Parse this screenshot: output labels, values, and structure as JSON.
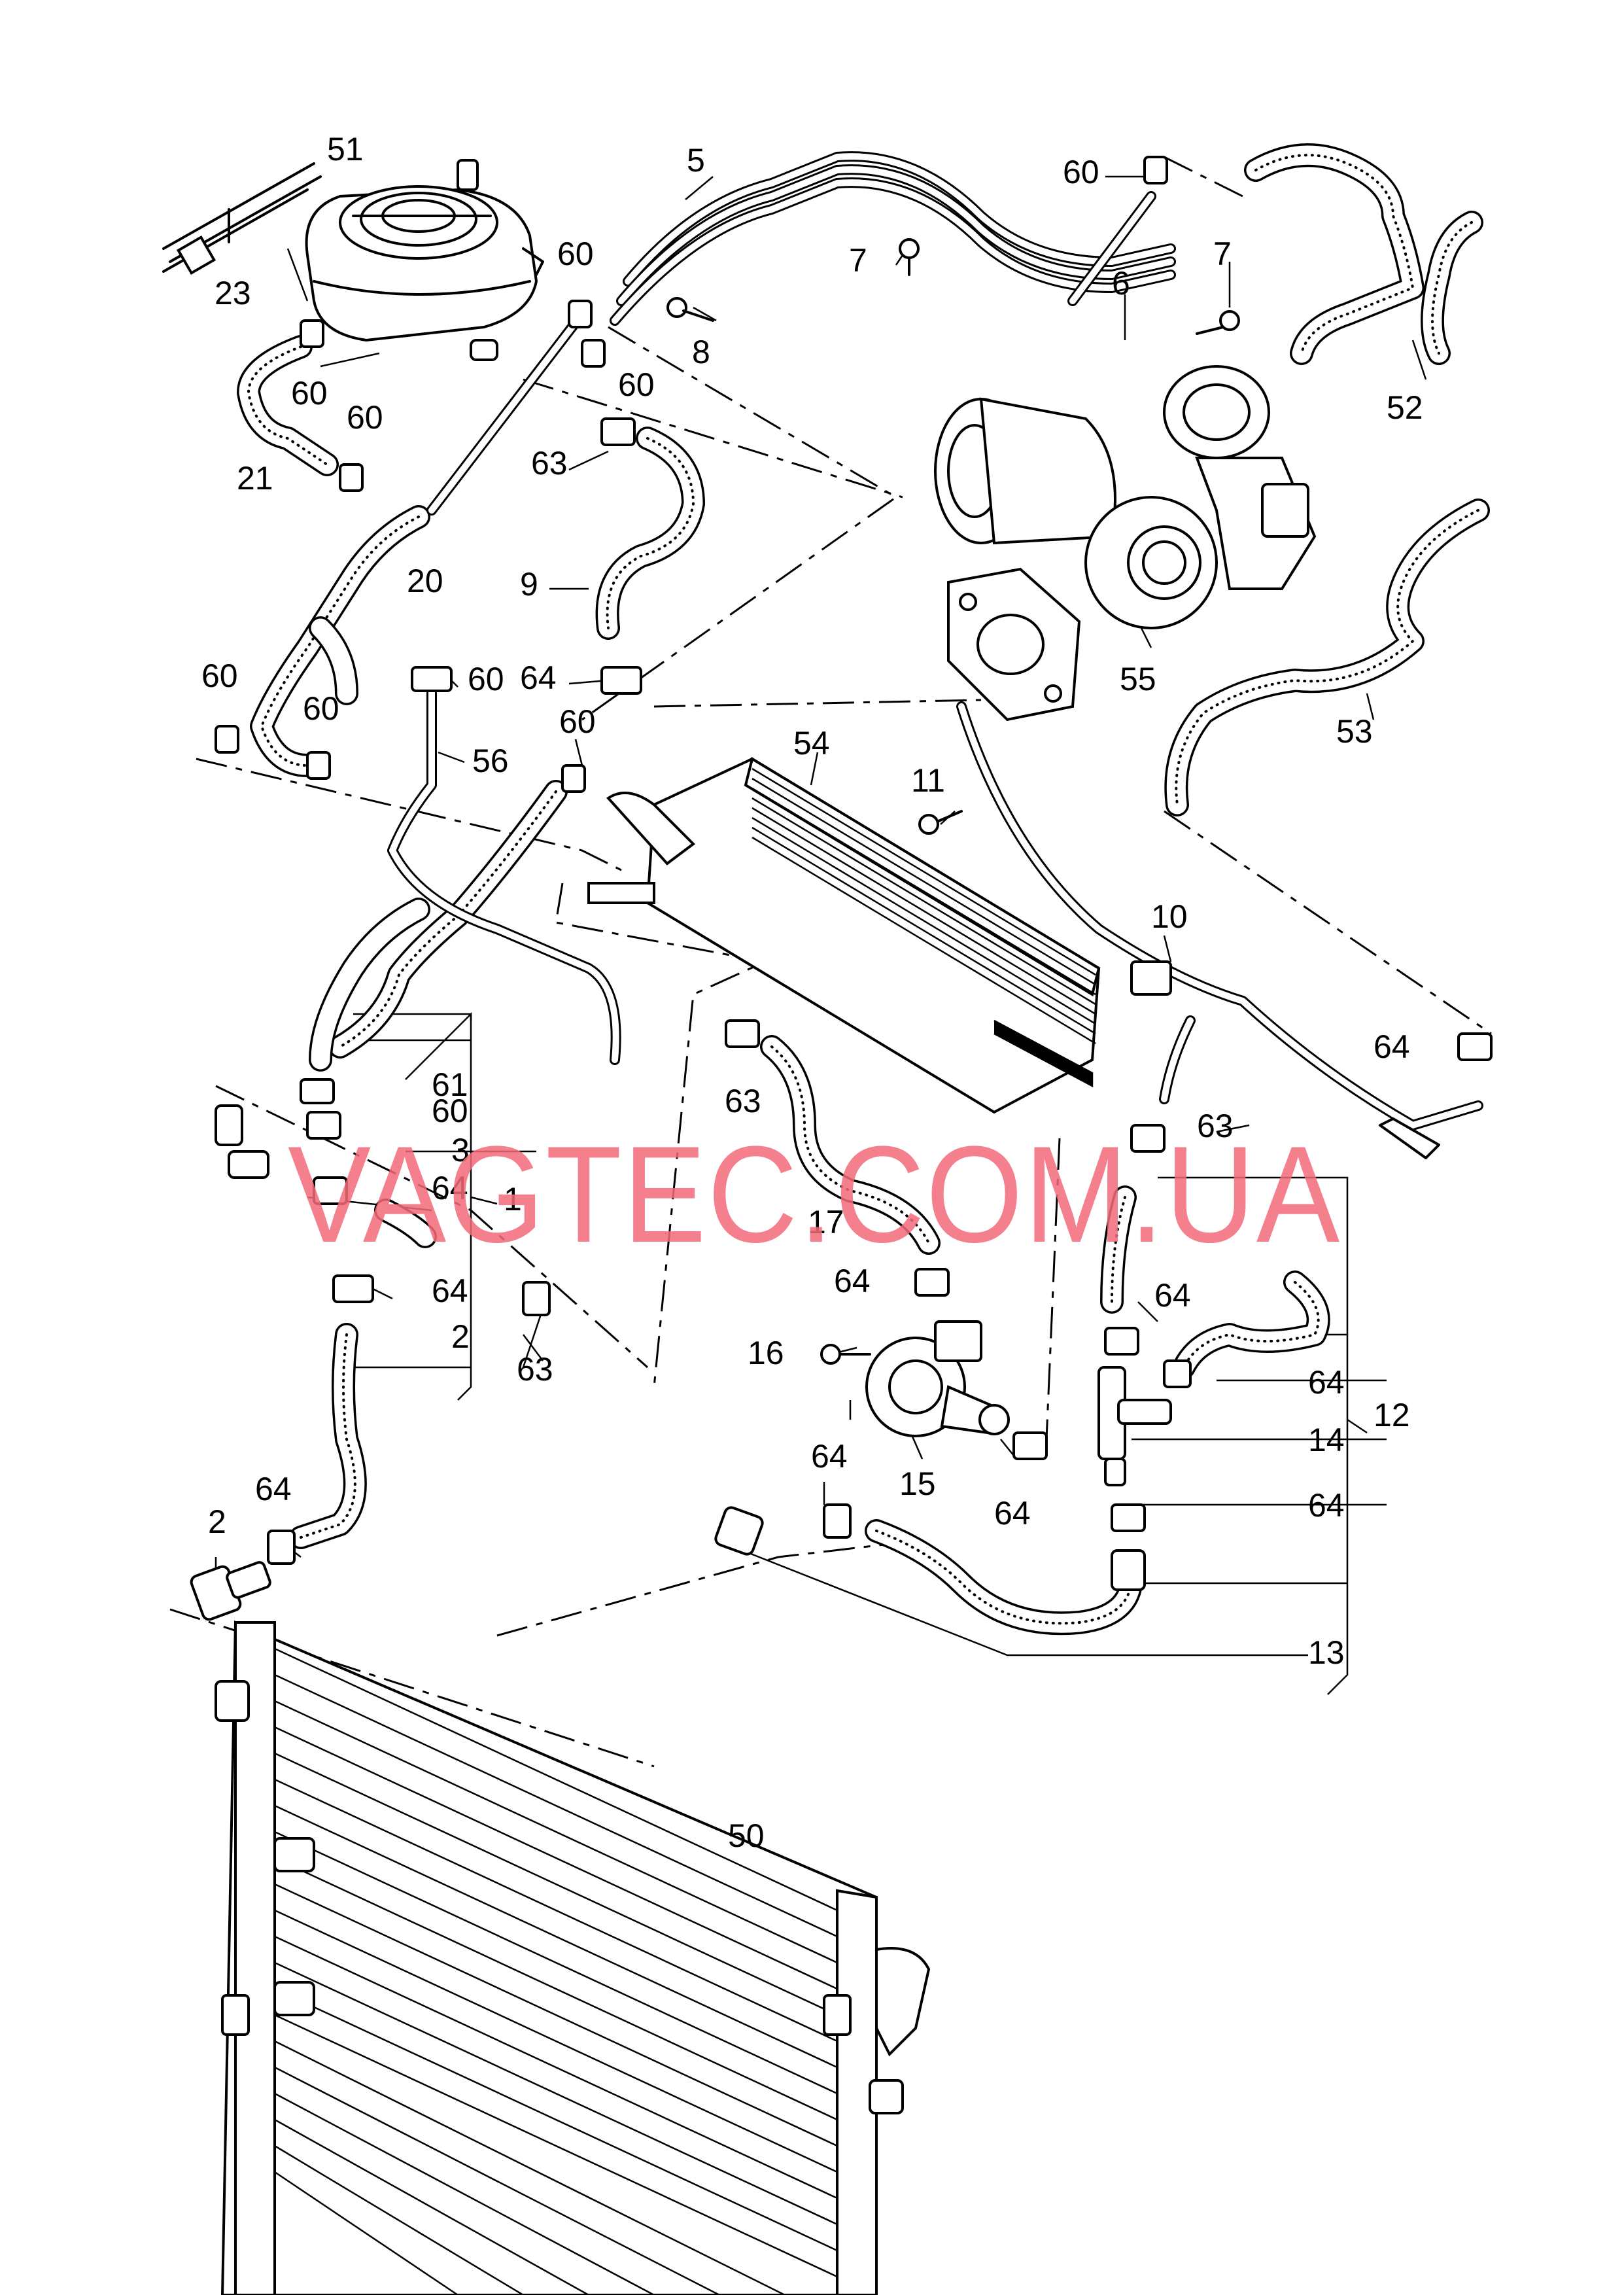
{
  "watermark": "VAGTEC.COM.UA",
  "labels": [
    {
      "id": "51",
      "text": "51"
    },
    {
      "id": "23",
      "text": "23"
    },
    {
      "id": "21",
      "text": "21"
    },
    {
      "id": "20",
      "text": "20"
    },
    {
      "id": "60a",
      "text": "60"
    },
    {
      "id": "60b",
      "text": "60"
    },
    {
      "id": "60c",
      "text": "60"
    },
    {
      "id": "60d",
      "text": "60"
    },
    {
      "id": "60e",
      "text": "60"
    },
    {
      "id": "60f",
      "text": "60"
    },
    {
      "id": "60g",
      "text": "60"
    },
    {
      "id": "60h",
      "text": "60"
    },
    {
      "id": "60i",
      "text": "60"
    },
    {
      "id": "60j",
      "text": "60"
    },
    {
      "id": "5",
      "text": "5"
    },
    {
      "id": "7a",
      "text": "7"
    },
    {
      "id": "7b",
      "text": "7"
    },
    {
      "id": "8",
      "text": "8"
    },
    {
      "id": "6",
      "text": "6"
    },
    {
      "id": "52",
      "text": "52"
    },
    {
      "id": "63a",
      "text": "63"
    },
    {
      "id": "9",
      "text": "9"
    },
    {
      "id": "64a",
      "text": "64"
    },
    {
      "id": "55",
      "text": "55"
    },
    {
      "id": "53",
      "text": "53"
    },
    {
      "id": "56",
      "text": "56"
    },
    {
      "id": "54",
      "text": "54"
    },
    {
      "id": "11",
      "text": "11"
    },
    {
      "id": "10",
      "text": "10"
    },
    {
      "id": "64b",
      "text": "64"
    },
    {
      "id": "61",
      "text": "61"
    },
    {
      "id": "3",
      "text": "3"
    },
    {
      "id": "64c",
      "text": "64"
    },
    {
      "id": "1",
      "text": "1"
    },
    {
      "id": "63b",
      "text": "63"
    },
    {
      "id": "63c",
      "text": "63"
    },
    {
      "id": "17",
      "text": "17"
    },
    {
      "id": "64d",
      "text": "64"
    },
    {
      "id": "64e",
      "text": "64"
    },
    {
      "id": "2a",
      "text": "2"
    },
    {
      "id": "63d",
      "text": "63"
    },
    {
      "id": "16",
      "text": "16"
    },
    {
      "id": "15",
      "text": "15"
    },
    {
      "id": "64f",
      "text": "64"
    },
    {
      "id": "64g",
      "text": "64"
    },
    {
      "id": "64h",
      "text": "64"
    },
    {
      "id": "12",
      "text": "12"
    },
    {
      "id": "14",
      "text": "14"
    },
    {
      "id": "64i",
      "text": "64"
    },
    {
      "id": "64j",
      "text": "64"
    },
    {
      "id": "64k",
      "text": "64"
    },
    {
      "id": "2b",
      "text": "2"
    },
    {
      "id": "13",
      "text": "13"
    },
    {
      "id": "50",
      "text": "50"
    }
  ]
}
